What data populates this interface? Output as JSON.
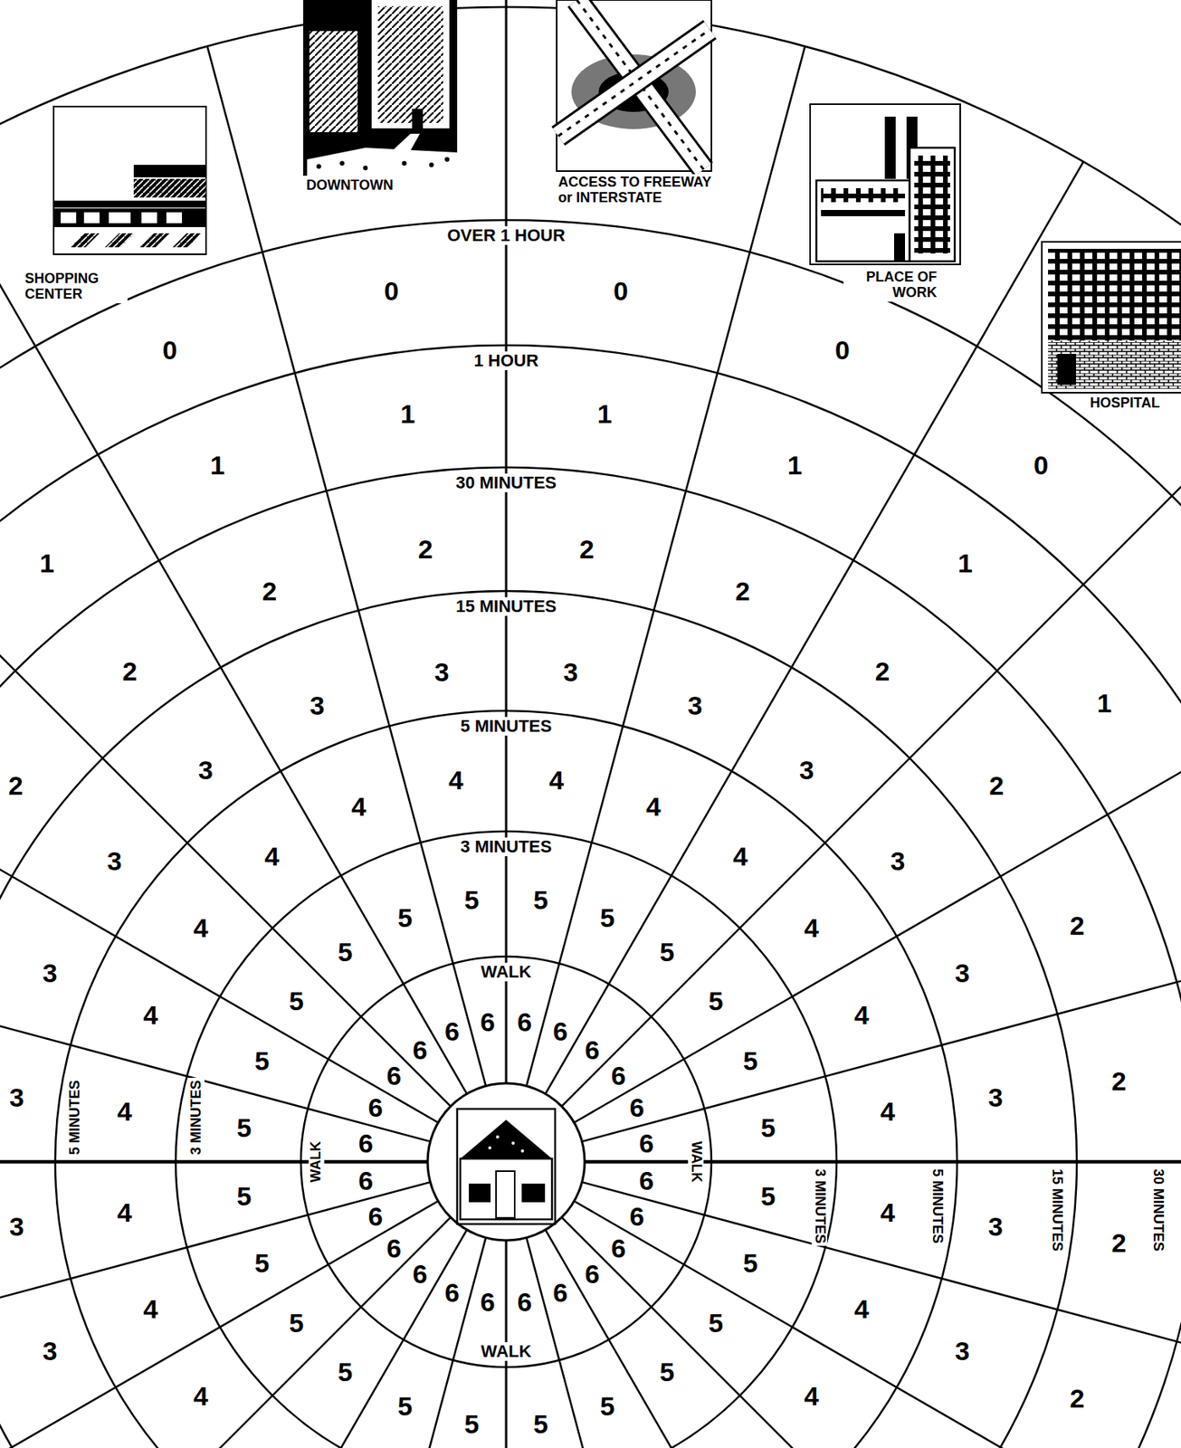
{
  "diagram": {
    "labels": [
      "SHOPPING CENTER",
      "DOWNTOWN",
      "ACCESS TO FREEWAY or INTERSTATE",
      "PLACE OF WORK",
      "HOSPITAL",
      "WALK",
      "3 MINUTES",
      "5 MINUTES",
      "15 MINUTES",
      "30 MINUTES",
      "1 HOUR",
      "OVER 1 HOUR",
      "5 MINUTES",
      "3 MINUTES",
      "WALK",
      "WALK",
      "3 MINUTES",
      "5 MINUTES",
      "15 MINUTES",
      "30 MINUTES",
      "WALK",
      "0",
      "0",
      "0",
      "0",
      "0",
      "1",
      "1",
      "1",
      "1",
      "1",
      "1",
      "1",
      "2",
      "2",
      "2",
      "2",
      "2",
      "2",
      "2",
      "2",
      "2",
      "2",
      "2",
      "2",
      "3",
      "3",
      "3",
      "3",
      "3",
      "3",
      "3",
      "3",
      "3",
      "3",
      "3",
      "3",
      "3",
      "3",
      "3",
      "3",
      "4",
      "4",
      "4",
      "4",
      "4",
      "4",
      "4",
      "4",
      "4",
      "4",
      "4",
      "4",
      "4",
      "4",
      "4",
      "4",
      "4",
      "4",
      "5",
      "5",
      "5",
      "5",
      "5",
      "5",
      "5",
      "5",
      "5",
      "5",
      "5",
      "5",
      "5",
      "5",
      "5",
      "5",
      "5",
      "5",
      "5",
      "5",
      "5",
      "5",
      "5",
      "5",
      "6",
      "6",
      "6",
      "6",
      "6",
      "6",
      "6",
      "6",
      "6",
      "6",
      "6",
      "6",
      "6",
      "6",
      "6",
      "6",
      "6",
      "6",
      "6",
      "6",
      "6",
      "6",
      "6",
      "6"
    ]
  }
}
